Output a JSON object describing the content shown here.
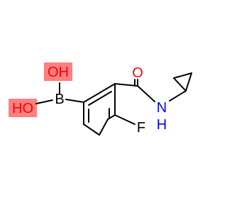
{
  "molecule": {
    "atoms": {
      "boron": "B",
      "hydroxyl_upper": "OH",
      "hydroxyl_left": "HO",
      "carbonyl_oxygen": "O",
      "amide_nitrogen": "N",
      "amide_hydrogen": "H",
      "fluorine": "F"
    }
  },
  "colors": {
    "bond": "#000000",
    "boron": "#000000",
    "oxygen": "#ff0000",
    "nitrogen": "#0000ff",
    "fluorine": "#000000",
    "hydroxyl_highlight": "#ff8080"
  }
}
